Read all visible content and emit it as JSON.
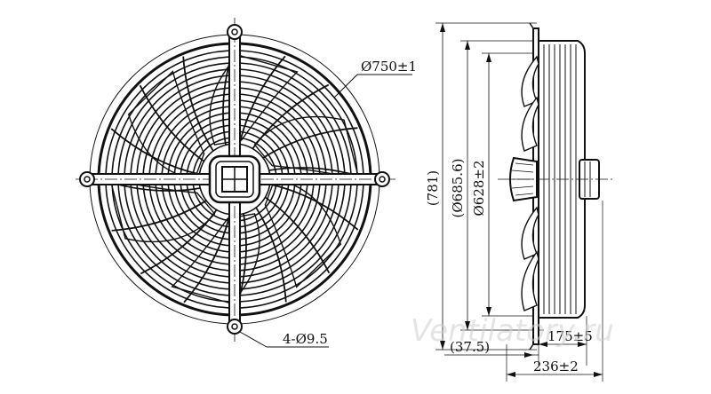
{
  "dimensions": {
    "outer_diameter": "Ø750±1",
    "mounting_holes": "4-Ø9.5",
    "overall_height": "(781)",
    "ring_diameter": "(Ø685.6)",
    "blade_diameter": "Ø628±2",
    "offset": "(37.5)",
    "depth_mid": "175±5",
    "depth_total": "236±2"
  },
  "watermark": "Ventilatory.ru",
  "colors": {
    "line": "#111111",
    "watermark": "#cfcfcf"
  }
}
